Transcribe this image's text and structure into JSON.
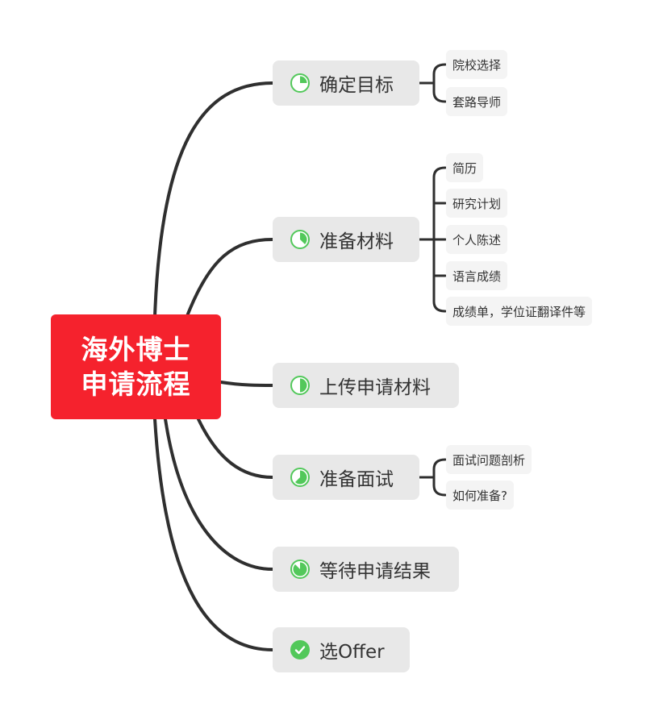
{
  "root": {
    "line1": "海外博士",
    "line2": "申请流程"
  },
  "branches": [
    {
      "label": "确定目标",
      "progress": 0.25,
      "children": [
        "院校选择",
        "套路导师"
      ]
    },
    {
      "label": "准备材料",
      "progress": 0.375,
      "children": [
        "简历",
        "研究计划",
        "个人陈述",
        "语言成绩",
        "成绩单，学位证翻译件等"
      ]
    },
    {
      "label": "上传申请材料",
      "progress": 0.5,
      "children": []
    },
    {
      "label": "准备面试",
      "progress": 0.625,
      "children": [
        "面试问题剖析",
        "如何准备?"
      ]
    },
    {
      "label": "等待申请结果",
      "progress": 0.875,
      "children": []
    },
    {
      "label": "选Offer",
      "progress": 1.0,
      "children": []
    }
  ],
  "colors": {
    "root": "#f5222d",
    "progress": "#52c85a",
    "line": "#2f2f2f"
  }
}
